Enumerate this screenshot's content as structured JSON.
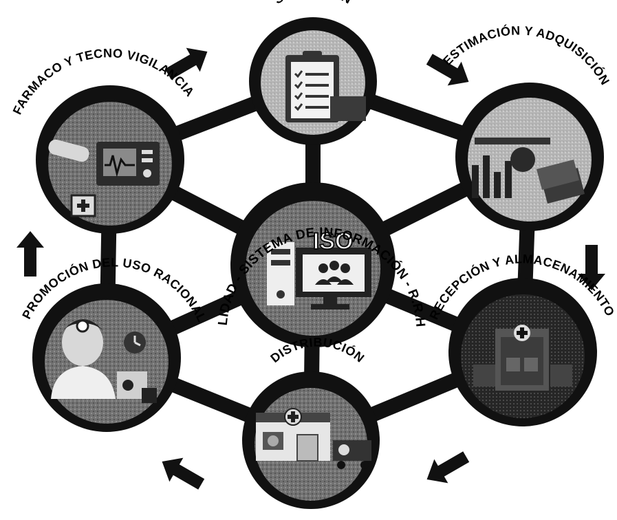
{
  "diagram": {
    "stages": {
      "seleccion": "SELECCIÓN",
      "estimacion": "ESTIMACIÓN Y ADQUISICIÓN",
      "recepcion": "RECEPCIÓN Y ALMACENAMIENTO",
      "distribucion": "DISTRIBUCIÓN",
      "promocion": "PROMOCIÓN DEL USO RACIONAL",
      "farmaco": "FARMACO Y TECNO VIGILANCIA"
    },
    "center": {
      "arc_label": "CALIDAD - SISTEMA DE INFORMACIÓN - R.R.H.H.",
      "screen_text": "ISO"
    },
    "icons": {
      "seleccion": "clipboard-checklist-icon",
      "estimacion": "bar-chart-money-icon",
      "recepcion": "warehouse-icon",
      "distribucion": "pharmacy-truck-icon",
      "promocion": "doctor-icon",
      "farmaco": "medical-monitor-icon",
      "center": "computer-users-icon"
    },
    "colors": {
      "ring": "#111111",
      "fill": "#6b6b6b",
      "arrow": "#111111"
    }
  }
}
